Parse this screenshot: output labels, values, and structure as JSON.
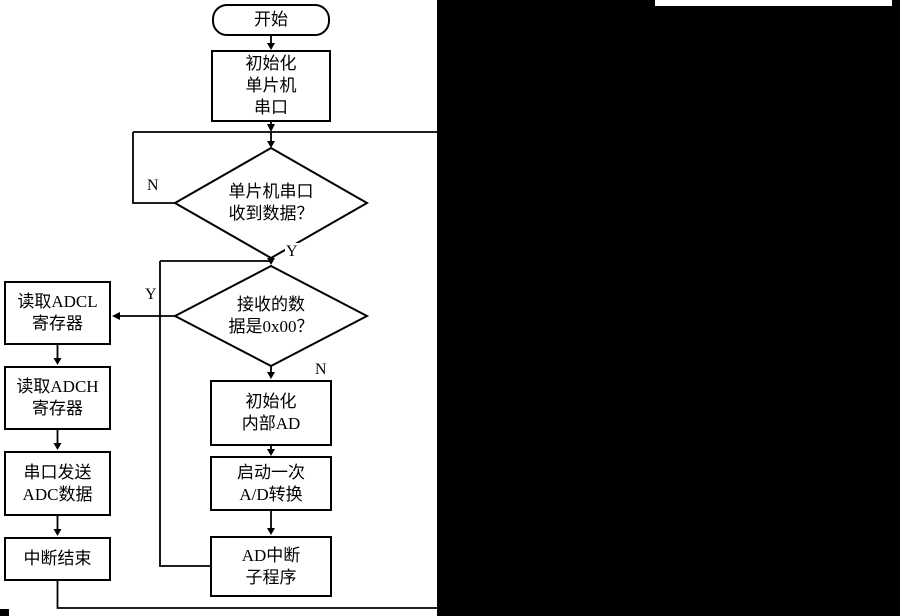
{
  "figure": {
    "background": "#ffffff",
    "line_color": "#000000",
    "panel_color": "#000000",
    "type": "flowchart"
  },
  "nodes": {
    "start": {
      "type": "terminal",
      "lines": [
        "开始"
      ]
    },
    "init_serial": {
      "type": "process",
      "lines": [
        "初始化",
        "单片机",
        "串口"
      ]
    },
    "decision_received": {
      "type": "decision",
      "lines": [
        "单片机串口",
        "收到数据？"
      ]
    },
    "decision_is_zero": {
      "type": "decision",
      "lines": [
        "接收的数",
        "据是0x00？"
      ]
    },
    "read_adcl": {
      "type": "process",
      "lines": [
        "读取ADCL",
        "寄存器"
      ]
    },
    "read_adch": {
      "type": "process",
      "lines": [
        "读取ADCH",
        "寄存器"
      ]
    },
    "send_adc": {
      "type": "process",
      "lines": [
        "串口发送",
        "ADC数据"
      ]
    },
    "interrupt_end": {
      "type": "process",
      "lines": [
        "中断结束"
      ]
    },
    "init_ad": {
      "type": "process",
      "lines": [
        "初始化",
        "内部AD"
      ]
    },
    "start_conversion": {
      "type": "process",
      "lines": [
        "启动一次",
        "A/D转换"
      ]
    },
    "ad_isr": {
      "type": "process",
      "lines": [
        "AD中断",
        "子程序"
      ]
    }
  },
  "edge_labels": {
    "received_no": "N",
    "received_yes": "Y",
    "is_zero_yes": "Y",
    "is_zero_no": "N"
  }
}
